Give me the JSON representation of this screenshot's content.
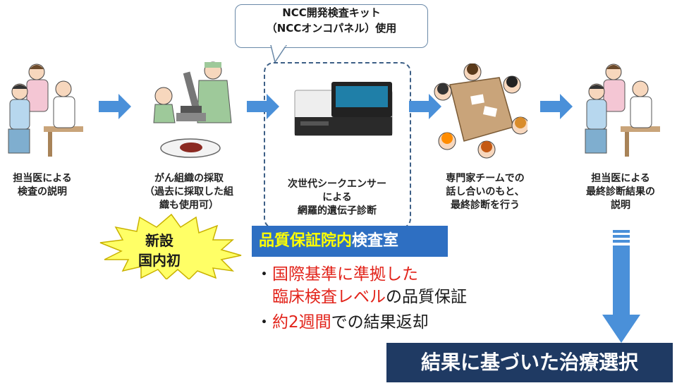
{
  "callout": {
    "line1": "NCC開発検査キット",
    "line2": "（NCCオンコパネル）使用"
  },
  "steps": [
    {
      "lines": [
        "担当医による",
        "検査の説明"
      ]
    },
    {
      "lines": [
        "がん組織の採取",
        "（過去に採取した組",
        "織も使用可）"
      ]
    },
    {
      "lines": [
        "次世代シークエンサー",
        "による",
        "網羅的遺伝子診断"
      ]
    },
    {
      "lines": [
        "専門家チームでの",
        "話し合いのもと、",
        "最終診断を行う"
      ]
    },
    {
      "lines": [
        "担当医による",
        "最終診断結果の",
        "説明"
      ]
    }
  ],
  "burst": {
    "line1": "新設",
    "line2": "国内初"
  },
  "quality_lab": {
    "part1": "品質保証院内",
    "part2": "検査室"
  },
  "bullets": [
    {
      "marker": "・",
      "red": "国際基準に準拠した",
      "rest": ""
    },
    {
      "marker": "",
      "red": "臨床検査レベル",
      "rest": "の品質保証"
    },
    {
      "marker": "・",
      "red": "約2週間",
      "rest": "での結果返却"
    }
  ],
  "result": "結果に基づいた治療選択",
  "colors": {
    "arrow": "#4a90d9",
    "dashed_border": "#3d5f86",
    "label_bg": "#2e6fc2",
    "label_yellow": "#ffff00",
    "result_bg": "#1f3a63",
    "burst_fill": "#ffff66",
    "red_text": "#e2231a"
  },
  "icons": [
    "doctor-nurse-icon",
    "microscope-icon",
    "tissue-sample-icon",
    "sequencer-machine-icon",
    "expert-meeting-icon"
  ]
}
